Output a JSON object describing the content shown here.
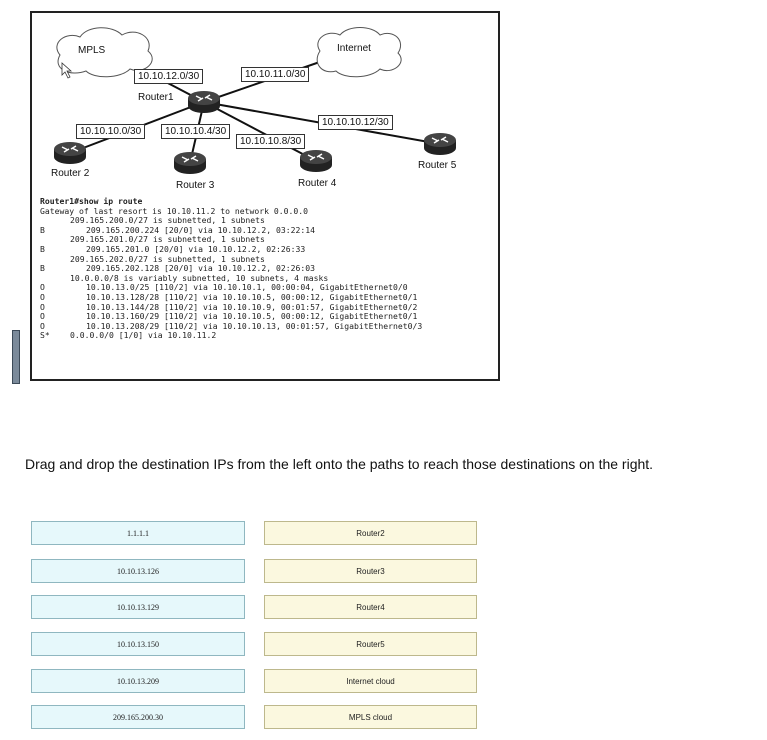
{
  "topology": {
    "clouds": {
      "mpls": "MPLS",
      "internet": "Internet"
    },
    "networks": {
      "n12": "10.10.12.0/30",
      "n11": "10.10.11.0/30",
      "n0": "10.10.10.0/30",
      "n4": "10.10.10.4/30",
      "n8": "10.10.10.8/30",
      "n12b": "10.10.10.12/30"
    },
    "routers": {
      "r1": "Router1",
      "r2": "Router 2",
      "r3": "Router 3",
      "r4": "Router 4",
      "r5": "Router 5"
    }
  },
  "cli": [
    {
      "code": "",
      "text": "Router1#show ip route",
      "bold": true,
      "indent": 0
    },
    {
      "code": "",
      "text": "Gateway of last resort is 10.10.11.2 to network 0.0.0.0",
      "indent": 0
    },
    {
      "code": "",
      "text": "209.165.200.0/27 is subnetted, 1 subnets",
      "indent": 1
    },
    {
      "code": "B",
      "text": "209.165.200.224 [20/0] via 10.10.12.2, 03:22:14",
      "indent": 2
    },
    {
      "code": "",
      "text": "209.165.201.0/27 is subnetted, 1 subnets",
      "indent": 1
    },
    {
      "code": "B",
      "text": "209.165.201.0 [20/0] via 10.10.12.2, 02:26:33",
      "indent": 2
    },
    {
      "code": "",
      "text": "209.165.202.0/27 is subnetted, 1 subnets",
      "indent": 1
    },
    {
      "code": "B",
      "text": "209.165.202.128 [20/0] via 10.10.12.2, 02:26:03",
      "indent": 2
    },
    {
      "code": "",
      "text": "10.0.0.0/8 is variably subnetted, 10 subnets, 4 masks",
      "indent": 1
    },
    {
      "code": "O",
      "text": "10.10.13.0/25 [110/2] via 10.10.10.1, 00:00:04, GigabitEthernet0/0",
      "indent": 2
    },
    {
      "code": "O",
      "text": "10.10.13.128/28 [110/2] via 10.10.10.5, 00:00:12, GigabitEthernet0/1",
      "indent": 2
    },
    {
      "code": "O",
      "text": "10.10.13.144/28 [110/2] via 10.10.10.9, 00:01:57, GigabitEthernet0/2",
      "indent": 2
    },
    {
      "code": "O",
      "text": "10.10.13.160/29 [110/2] via 10.10.10.5, 00:00:12, GigabitEthernet0/1",
      "indent": 2
    },
    {
      "code": "O",
      "text": "10.10.13.208/29 [110/2] via 10.10.10.13, 00:01:57, GigabitEthernet0/3",
      "indent": 2
    },
    {
      "code": "S*",
      "text": "0.0.0.0/0 [1/0] via 10.10.11.2",
      "indent": 1
    }
  ],
  "instruction": "Drag and drop the destination IPs from the left onto the paths to reach those destinations on the right.",
  "sources": [
    "1.1.1.1",
    "10.10.13.126",
    "10.10.13.129",
    "10.10.13.150",
    "10.10.13.209",
    "209.165.200.30"
  ],
  "targets": [
    "Router2",
    "Router3",
    "Router4",
    "Router5",
    "Internet cloud",
    "MPLS cloud"
  ]
}
